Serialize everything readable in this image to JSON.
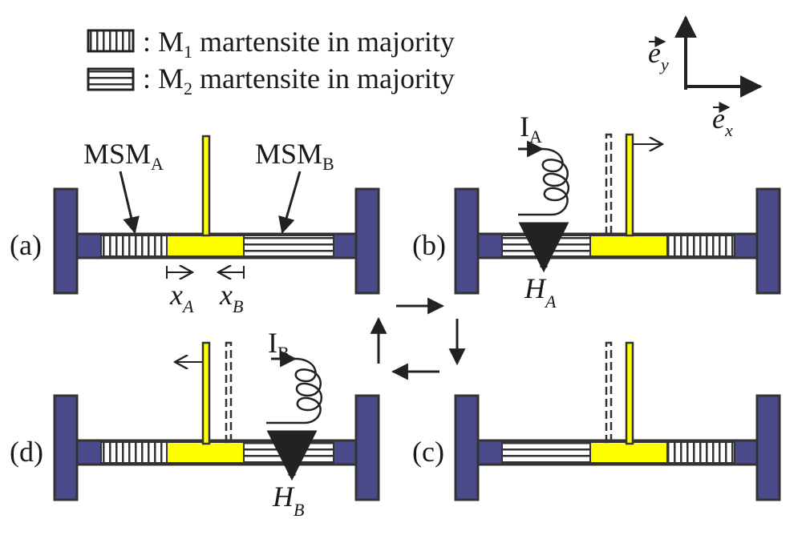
{
  "legend": {
    "m1": {
      "prefix": ": M",
      "sub": "1",
      "suffix": " martensite in majority"
    },
    "m2": {
      "prefix": ": M",
      "sub": "2",
      "suffix": " martensite in majority"
    }
  },
  "axes": {
    "ex": {
      "base": "e",
      "sub": "x"
    },
    "ey": {
      "base": "e",
      "sub": "y"
    }
  },
  "panels": {
    "a": {
      "label": "(a)"
    },
    "b": {
      "label": "(b)"
    },
    "c": {
      "label": "(c)"
    },
    "d": {
      "label": "(d)"
    }
  },
  "labels": {
    "msm_a": {
      "base": "MSM",
      "sub": "A"
    },
    "msm_b": {
      "base": "MSM",
      "sub": "B"
    },
    "xa": {
      "base": "x",
      "sub": "A"
    },
    "xb": {
      "base": "x",
      "sub": "B"
    },
    "ia": {
      "base": "I",
      "sub": "A"
    },
    "ib": {
      "base": "I",
      "sub": "B"
    },
    "ha": {
      "base": "H",
      "sub": "A"
    },
    "hb": {
      "base": "H",
      "sub": "B"
    }
  },
  "colors": {
    "clamp": "#4a4a8a",
    "slider": "#ffff00",
    "outline": "#333333"
  }
}
